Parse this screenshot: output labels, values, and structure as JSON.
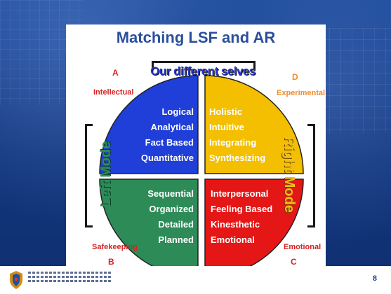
{
  "slide": {
    "title": "Matching LSF and AR",
    "page_number": "8"
  },
  "labels": {
    "top": "Our different selves",
    "left_mode": "Left Mode",
    "right_mode": "Right Mode"
  },
  "corners": {
    "a_letter": "A",
    "a_word": "Intellectual",
    "d_letter": "D",
    "d_word": "Experimental",
    "b_letter": "B",
    "b_word": "Safekeeping",
    "c_letter": "C",
    "c_word": "Emotional"
  },
  "quadrants": {
    "a": {
      "lines": [
        "Logical",
        "Analytical",
        "Fact Based",
        "Quantitative"
      ],
      "color": "#1f3fd8"
    },
    "d": {
      "lines": [
        "Holistic",
        "Intuitive",
        "Integrating",
        "Synthesizing"
      ],
      "color": "#f3bf00"
    },
    "b": {
      "lines": [
        "Sequential",
        "Organized",
        "Detailed",
        "Planned"
      ],
      "color": "#2d8b57"
    },
    "c": {
      "lines": [
        "Interpersonal",
        "Feeling Based",
        "Kinesthetic",
        "Emotional"
      ],
      "color": "#e51616"
    }
  },
  "colors": {
    "background": "#163a82",
    "title": "#2b4f9c",
    "top_label": "#2a36c9",
    "left_mode": "#2f8b59",
    "right_mode": "#f0bf17",
    "corner_text": "#d62222",
    "d_word": "#f08d2f",
    "c_word": "#d62222"
  }
}
